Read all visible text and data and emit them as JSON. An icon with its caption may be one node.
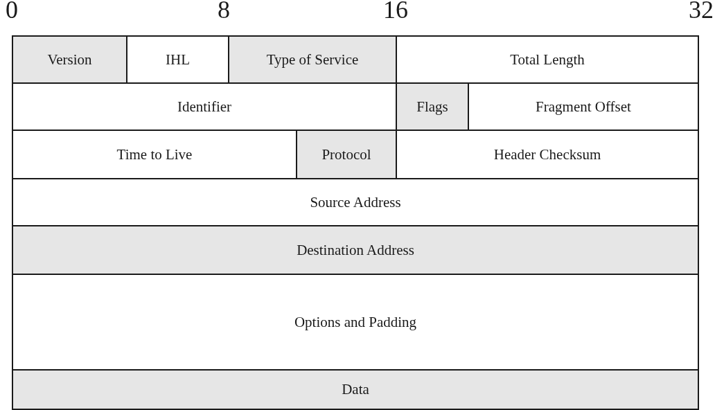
{
  "diagram": {
    "nodes": [
      {
        "text": [
          "Version"
        ]
      },
      {
        "text": [
          "IHL"
        ]
      },
      {
        "text": [
          "Type of Service"
        ]
      },
      {
        "text": [
          "Total Length"
        ]
      },
      {
        "text": [
          "Identifier"
        ]
      },
      {
        "text": [
          "Flags"
        ]
      },
      {
        "text": [
          "Fragment Offset"
        ]
      },
      {
        "text": [
          "Time to Live"
        ]
      },
      {
        "text": [
          "Protocol"
        ]
      },
      {
        "text": [
          "Header Checksum"
        ]
      },
      {
        "text": [
          "Source Address"
        ]
      },
      {
        "text": [
          "Destination Address"
        ]
      },
      {
        "text": [
          "Options and Padding"
        ]
      },
      {
        "text": [
          "Data"
        ]
      }
    ],
    "labels": [
      "0",
      "8",
      "16",
      "32"
    ]
  }
}
